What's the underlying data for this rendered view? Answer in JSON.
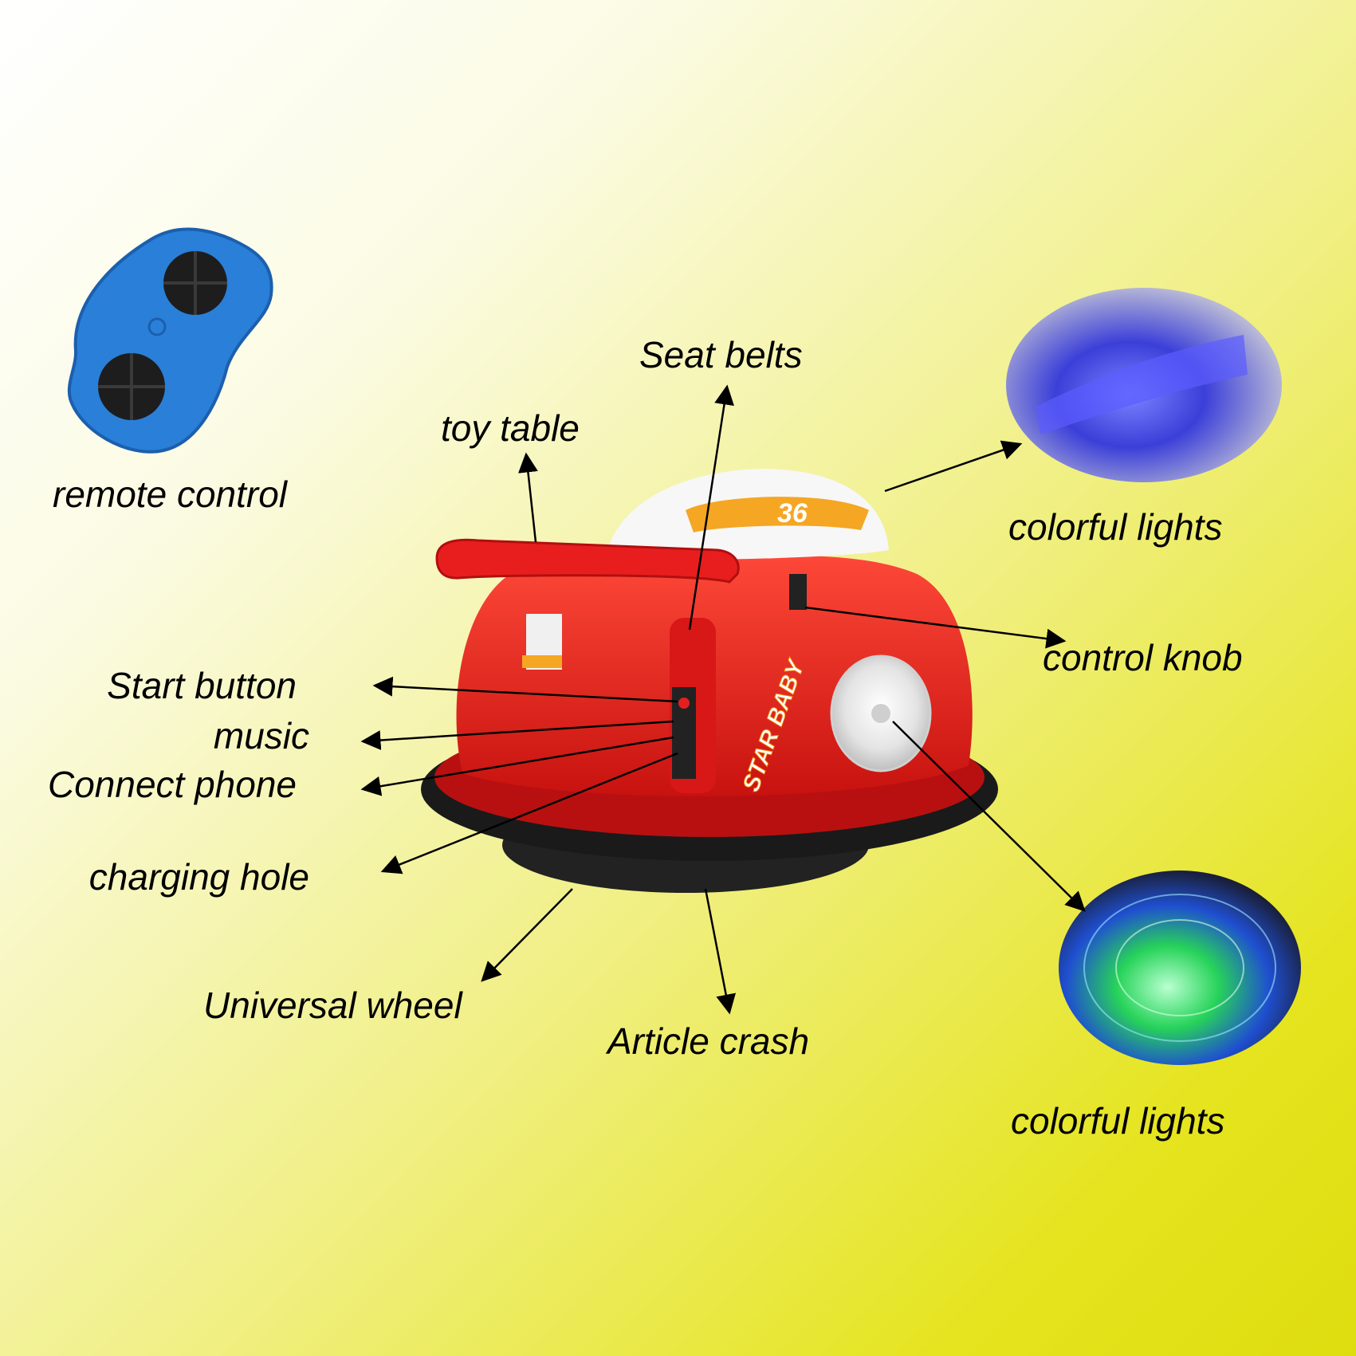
{
  "labels": {
    "remote_control": "remote control",
    "toy_table": "toy table",
    "seat_belts": "Seat belts",
    "colorful_lights_top": "colorful lights",
    "control_knob": "control knob",
    "start_button": "Start button",
    "music": "music",
    "connect_phone": "Connect phone",
    "charging_hole": "charging hole",
    "universal_wheel": "Universal wheel",
    "article_crash": "Article crash",
    "colorful_lights_bottom": "colorful lights"
  },
  "car_decal": {
    "brand": "STAR BABY",
    "number": "36"
  },
  "colors": {
    "car_body": "#e41f1f",
    "remote": "#2a7fd8",
    "bumper": "#1a1a1a",
    "light_blue": "#3b3fd8",
    "light_green": "#27d35a"
  }
}
